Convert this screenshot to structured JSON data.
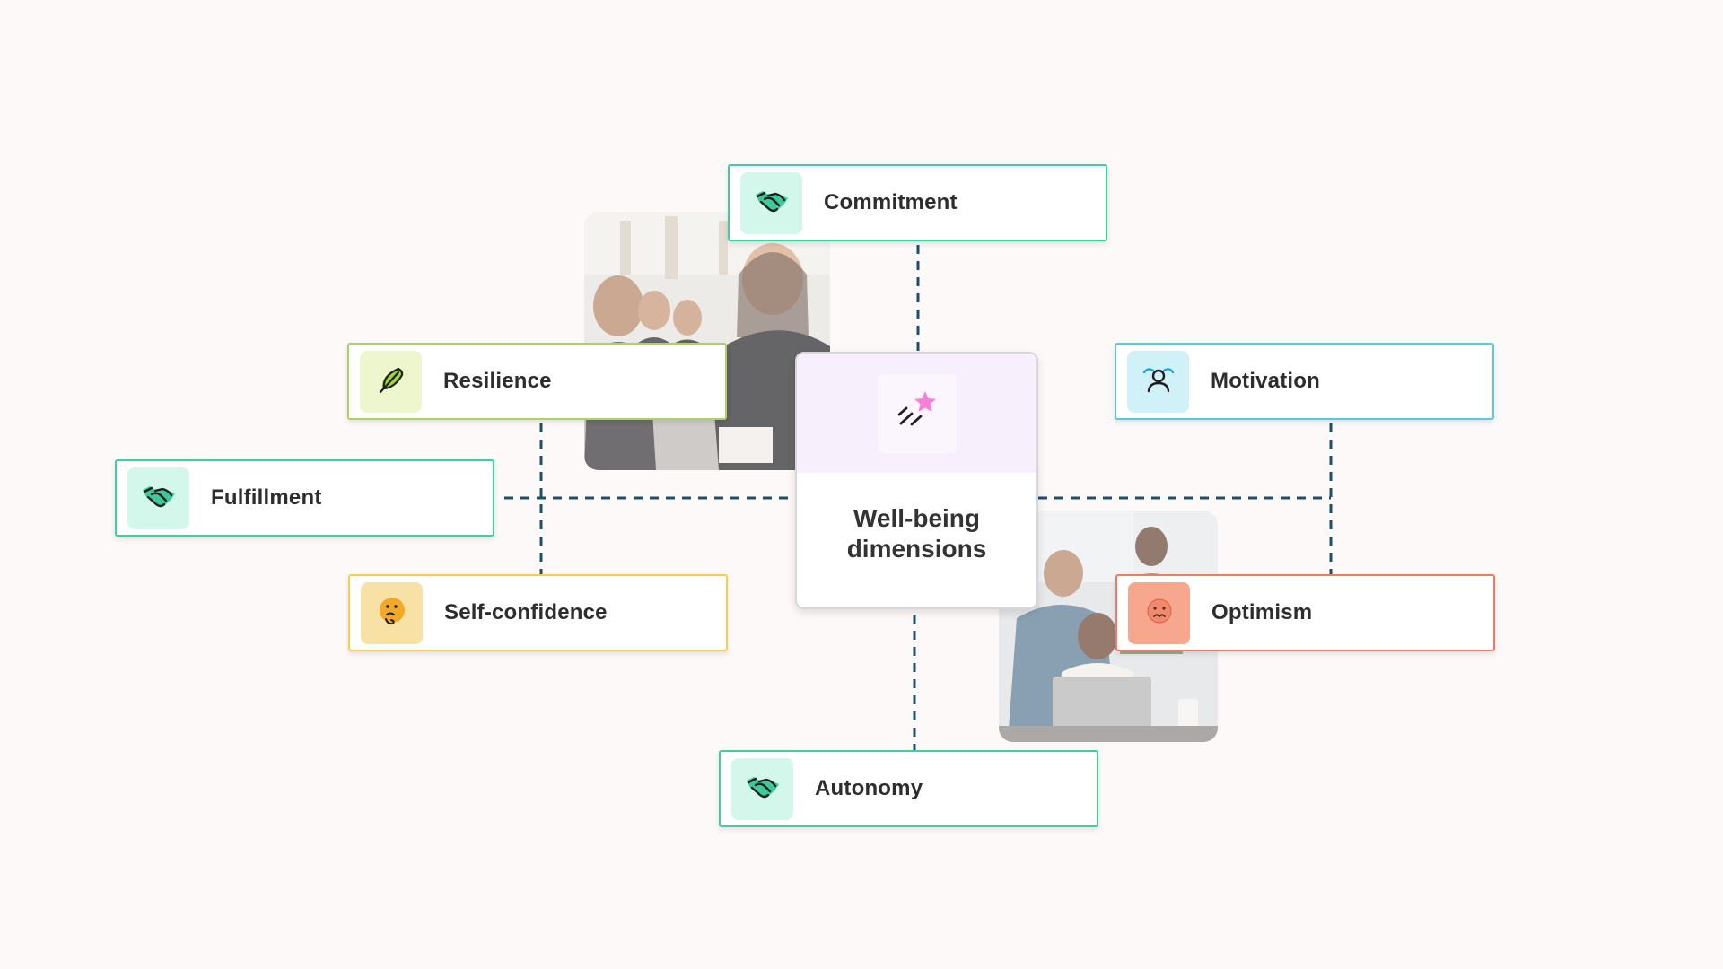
{
  "center": {
    "title": "Well-being dimensions",
    "icon": "shooting-star-icon"
  },
  "dimensions": [
    {
      "key": "commitment",
      "label": "Commitment",
      "icon": "handshake-icon",
      "border": "#3dcf9f",
      "icon_bg": "#d3f7ea"
    },
    {
      "key": "resilience",
      "label": "Resilience",
      "icon": "feather-icon",
      "border": "#a9d36a",
      "icon_bg": "#eef6cd"
    },
    {
      "key": "motivation",
      "label": "Motivation",
      "icon": "person-wave-icon",
      "border": "#59c9df",
      "icon_bg": "#d1f1f8"
    },
    {
      "key": "fulfillment",
      "label": "Fulfillment",
      "icon": "handshake-icon",
      "border": "#3dcf9f",
      "icon_bg": "#d3f7ea"
    },
    {
      "key": "self_confidence",
      "label": "Self-confidence",
      "icon": "emoji-thinking-icon",
      "border": "#f1d052",
      "icon_bg": "#f8e1a5"
    },
    {
      "key": "optimism",
      "label": "Optimism",
      "icon": "emoji-worried-icon",
      "border": "#ef7a6a",
      "icon_bg": "#f8a78f"
    },
    {
      "key": "autonomy",
      "label": "Autonomy",
      "icon": "handshake-icon",
      "border": "#3dcf9f",
      "icon_bg": "#d3f7ea"
    }
  ],
  "colors": {
    "connector": "#1f4e6b",
    "background": "#fdf9f8"
  }
}
